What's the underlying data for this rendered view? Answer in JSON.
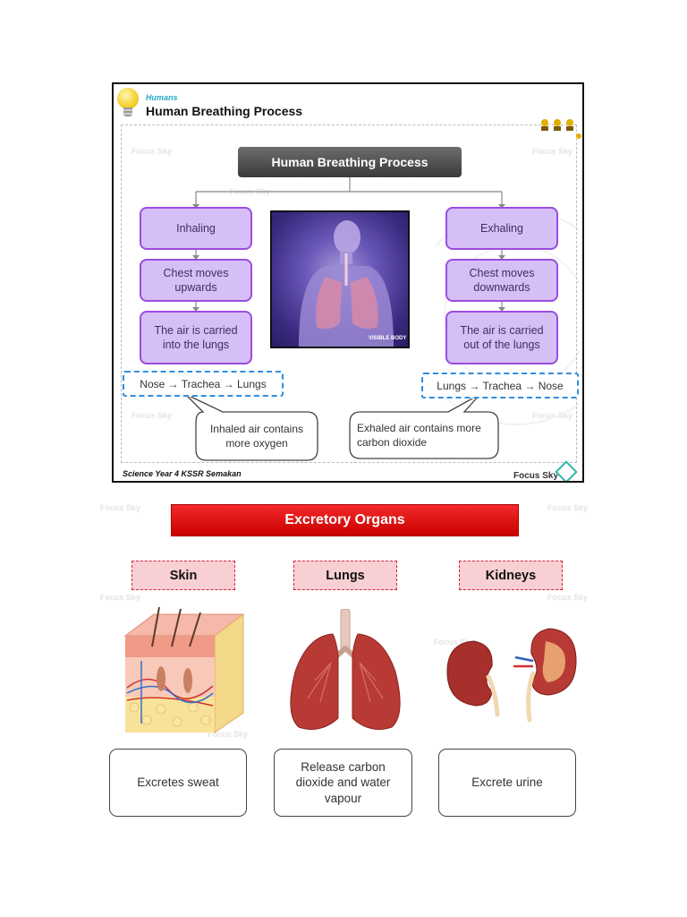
{
  "slide1": {
    "subtitle": "Humans",
    "header_title": "Human Breathing Process",
    "center_title": "Human Breathing Process",
    "left": {
      "heading": "Inhaling",
      "step1": "Chest moves upwards",
      "step2": "The air is carried into the lungs",
      "path": "Nose → Trachea → Lungs",
      "bubble": "Inhaled air contains more oxygen"
    },
    "right": {
      "heading": "Exhaling",
      "step1": "Chest moves downwards",
      "step2": "The air is carried out of the lungs",
      "path": "Lungs → Trachea → Nose",
      "bubble": "Exhaled air contains more carbon dioxide"
    },
    "photo_watermark": "VISIBLE BODY",
    "footer_left": "Science Year 4 KSSR Semakan",
    "footer_right": "Focus Sky",
    "watermark": "Focus Sky"
  },
  "excretory": {
    "banner": "Excretory Organs",
    "organs": [
      {
        "label": "Skin",
        "icon": "skin-cross-section-icon",
        "description": "Excretes sweat"
      },
      {
        "label": "Lungs",
        "icon": "lungs-icon",
        "description": "Release carbon dioxide and water vapour"
      },
      {
        "label": "Kidneys",
        "icon": "kidneys-icon",
        "description": "Excrete urine"
      }
    ]
  },
  "colors": {
    "purple_fill": "#d6bff7",
    "purple_border": "#9a4de0",
    "blue_dash": "#2f8fdf",
    "red_banner": "#e01010",
    "pink_label": "#f8cfd3"
  }
}
